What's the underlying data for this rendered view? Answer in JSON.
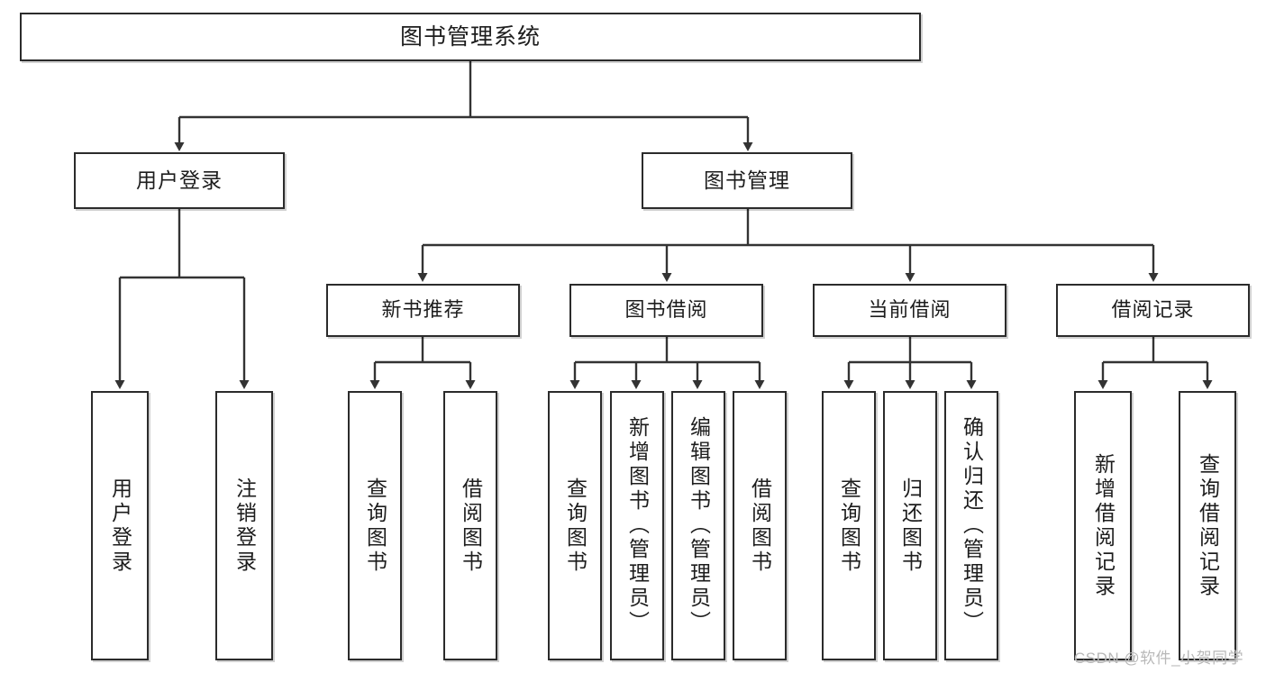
{
  "diagram": {
    "title_node": {
      "label": "图书管理系统"
    },
    "level2": [
      {
        "id": "user-login",
        "label": "用户登录"
      },
      {
        "id": "book-management",
        "label": "图书管理"
      }
    ],
    "level3": [
      {
        "id": "new-book-recommend",
        "label": "新书推荐"
      },
      {
        "id": "book-borrow",
        "label": "图书借阅"
      },
      {
        "id": "current-borrow",
        "label": "当前借阅"
      },
      {
        "id": "borrow-record",
        "label": "借阅记录"
      }
    ],
    "leaves": {
      "user_login": [
        {
          "id": "leaf-user-login",
          "label": "用户登录"
        },
        {
          "id": "leaf-logout-login",
          "label": "注销登录"
        }
      ],
      "new_book_recommend": [
        {
          "id": "leaf-query-book-1",
          "label": "查询图书"
        },
        {
          "id": "leaf-borrow-book-1",
          "label": "借阅图书"
        }
      ],
      "book_borrow": [
        {
          "id": "leaf-query-book-2",
          "label": "查询图书"
        },
        {
          "id": "leaf-add-book",
          "label": "新增图书（管理员）"
        },
        {
          "id": "leaf-edit-book",
          "label": "编辑图书（管理员）"
        },
        {
          "id": "leaf-borrow-book-2",
          "label": "借阅图书"
        }
      ],
      "current_borrow": [
        {
          "id": "leaf-query-book-3",
          "label": "查询图书"
        },
        {
          "id": "leaf-return-book",
          "label": "归还图书"
        },
        {
          "id": "leaf-confirm-return",
          "label": "确认归还（管理员）"
        }
      ],
      "borrow_record": [
        {
          "id": "leaf-add-record",
          "label": "新增借阅记录"
        },
        {
          "id": "leaf-query-record",
          "label": "查询借阅记录"
        }
      ]
    },
    "watermark": {
      "text": "CSDN @软件_小贺同学"
    },
    "colors": {
      "box_border": "#2b2b2b",
      "box_fill": "#ffffff",
      "connector": "#333333",
      "text": "#1d1d1d",
      "watermark": "#b8b8b8",
      "background": "#ffffff"
    }
  }
}
